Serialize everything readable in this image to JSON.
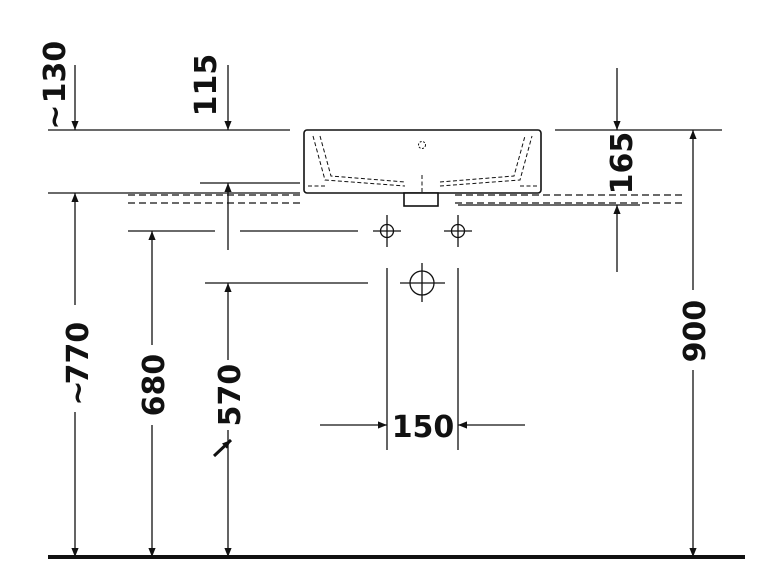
{
  "drawing": {
    "line_color": "#111111",
    "floor_color": "#111111",
    "background": "#ffffff"
  },
  "dimensions": {
    "d130": "130",
    "d115": "115",
    "d165": "165",
    "d770": "770",
    "d680": "680",
    "d570": "570",
    "d900": "900",
    "d150": "150"
  },
  "approx_symbol": "~"
}
